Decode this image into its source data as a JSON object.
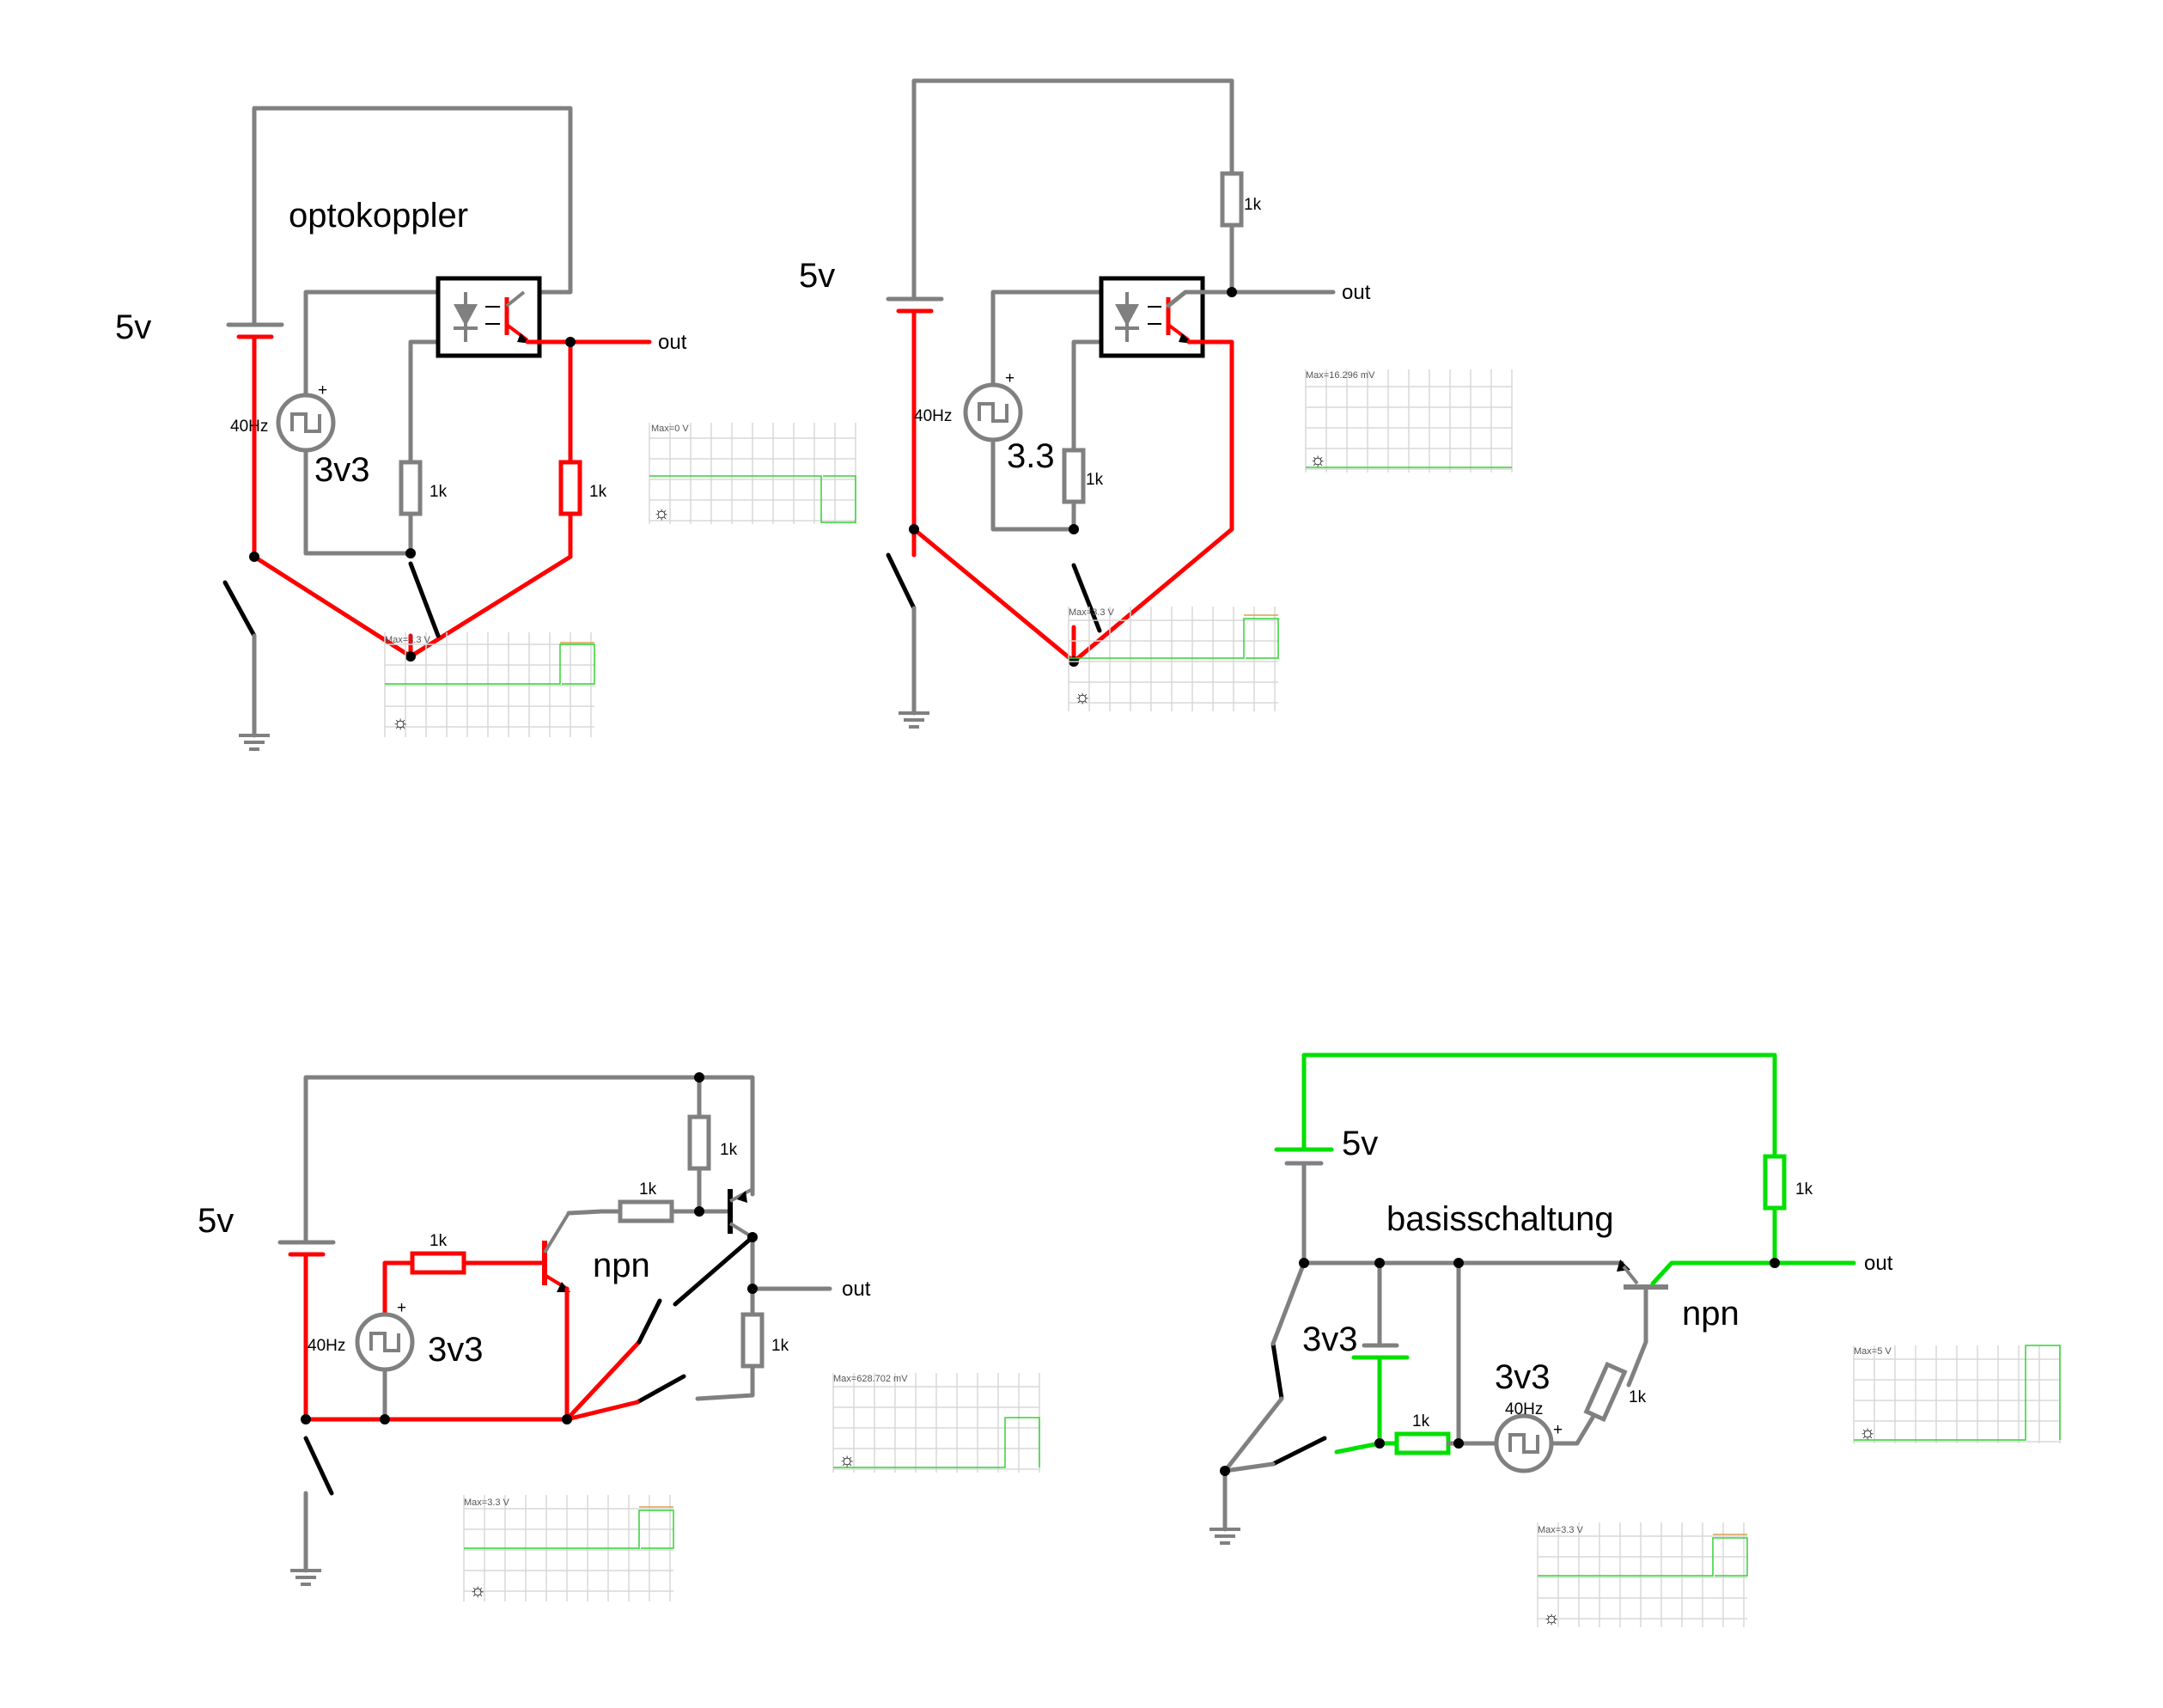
{
  "labels": {
    "c1_title": "optokoppler",
    "c1_supply": "5v",
    "c1_freq": "40Hz",
    "c1_vin": "3v3",
    "c1_r1": "1k",
    "c1_r2": "1k",
    "c1_out": "out",
    "c1_scope_max": "Max=0 V",
    "c1_scope2_max": "Max=3.3 V",
    "c2_supply": "5v",
    "c2_freq": "40Hz",
    "c2_vin": "3.3",
    "c2_r_top": "1k",
    "c2_r_low": "1k",
    "c2_out": "out",
    "c2_scope_max": "Max=16.296 mV",
    "c2_scope2_max": "Max=3.3 V",
    "c3_supply": "5v",
    "c3_freq": "40Hz",
    "c3_vin": "3v3",
    "c3_type": "npn",
    "c3_r_base": "1k",
    "c3_r_mid": "1k",
    "c3_r_top": "1k",
    "c3_r_out": "1k",
    "c3_out": "out",
    "c3_scope_max": "Max=628.702 mV",
    "c3_scope2_max": "Max=3.3 V",
    "c4_title": "basisschaltung",
    "c4_supply": "5v",
    "c4_bias": "3v3",
    "c4_vin": "3v3",
    "c4_freq": "40Hz",
    "c4_type": "npn",
    "c4_r_top": "1k",
    "c4_r_in": "1k",
    "c4_r_e": "1k",
    "c4_out": "out",
    "c4_scope_max": "Max=5 V",
    "c4_scope2_max": "Max=3.3 V"
  },
  "colors": {
    "wire": "#808080",
    "hot": "#ff0000",
    "active": "#00e000",
    "scope_trace": "#33d433"
  }
}
